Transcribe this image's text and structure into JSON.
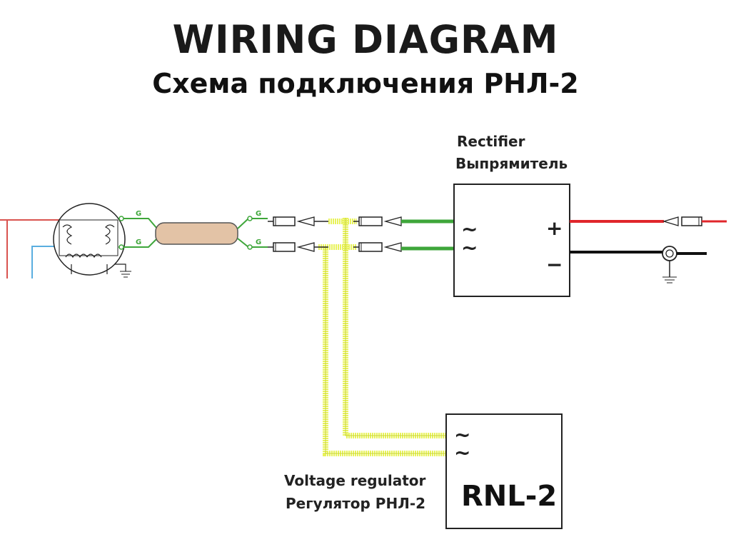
{
  "title": "WIRING DIAGRAM",
  "subtitle": "Схема подключения РНЛ-2",
  "rectifier": {
    "label_en": "Rectifier",
    "label_ru": "Выпрямитель",
    "ac_symbol": "~",
    "plus_symbol": "+",
    "minus_symbol": "−"
  },
  "regulator": {
    "label_en": "Voltage regulator",
    "label_ru": "Регулятор РНЛ-2",
    "model": "RNL-2",
    "ac_symbol": "~"
  },
  "connector_letter": "G",
  "colors": {
    "ac_wire": "#3ea63a",
    "positive_wire": "#e0262b",
    "negative_wire": "#111111",
    "regulator_wire": "#e8f25a",
    "harness": "#e3c3a6",
    "left_red": "#d9534f",
    "left_blue": "#5aaee0"
  }
}
